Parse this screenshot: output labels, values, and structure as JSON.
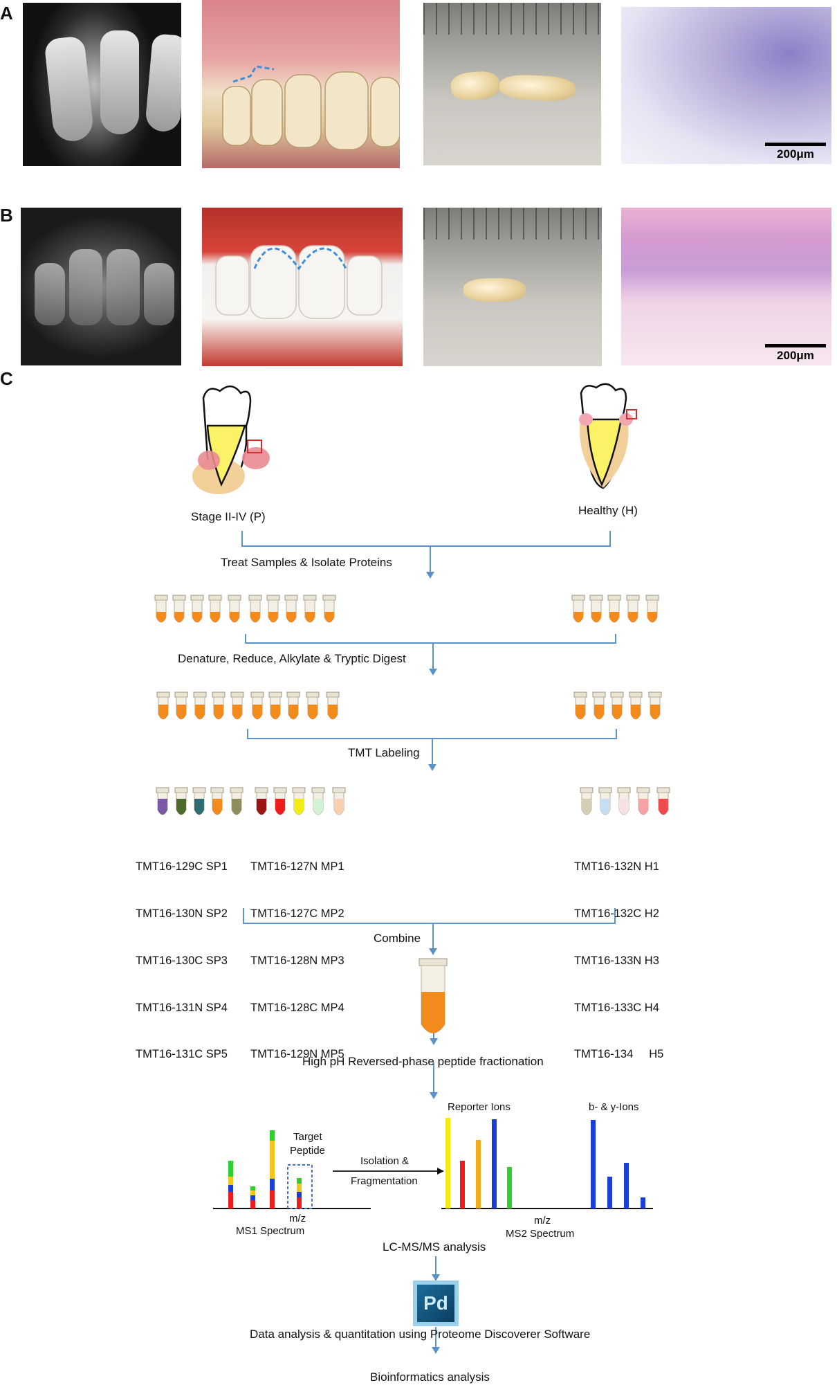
{
  "panels": {
    "a_letter": "A",
    "b_letter": "B",
    "c_letter": "C",
    "scalebar_a": "200μm",
    "scalebar_b": "200μm"
  },
  "workflow": {
    "group_left": "Stage II-IV (P)",
    "group_right": "Healthy (H)",
    "step1": "Treat Samples & Isolate Proteins",
    "step2": "Denature, Reduce, Alkylate & Tryptic Digest",
    "step3": "TMT Labeling",
    "labels_sp": [
      "TMT16-129C SP1",
      "TMT16-130N SP2",
      "TMT16-130C SP3",
      "TMT16-131N SP4",
      "TMT16-131C SP5"
    ],
    "labels_mp": [
      "TMT16-127N MP1",
      "TMT16-127C MP2",
      "TMT16-128N MP3",
      "TMT16-128C MP4",
      "TMT16-129N MP5"
    ],
    "labels_h": [
      "TMT16-132N H1",
      "TMT16-132C H2",
      "TMT16-133N H3",
      "TMT16-133C H4",
      "TMT16-134     H5"
    ],
    "step4": "Combine",
    "step5": "High pH Reversed-phase peptide fractionation",
    "ms1_target": "Target",
    "ms1_peptide": "Peptide",
    "isolation": "Isolation &",
    "fragmentation": "Fragmentation",
    "ms1_axis": "m/z",
    "ms1_title": "MS1 Spectrum",
    "reporter_ions": "Reporter Ions",
    "by_ions": "b- & y-Ions",
    "ms2_axis": "m/z",
    "ms2_title": "MS2 Spectrum",
    "step6": "LC-MS/MS analysis",
    "pd_logo": "Pd",
    "step7": "Data analysis & quantitation using Proteome Discoverer Software",
    "step8": "Bioinformatics analysis"
  },
  "colors": {
    "flow_line": "#5b93c9",
    "tube_orange": "#f28a1c",
    "dashed_box": "#4a6fc4",
    "tmt_tubes": [
      "#7a5aa6",
      "#4f6b2c",
      "#2f6d74",
      "#f28a1c",
      "#8f8c5e",
      "#9a1616",
      "#ef1c1c",
      "#f2ec10",
      "#d3f2d3",
      "#f8cfb3"
    ],
    "h_tubes": [
      "#d6ceb4",
      "#c7ddf4",
      "#f5e1e4",
      "#f3a2a6",
      "#ef4a4f"
    ]
  }
}
